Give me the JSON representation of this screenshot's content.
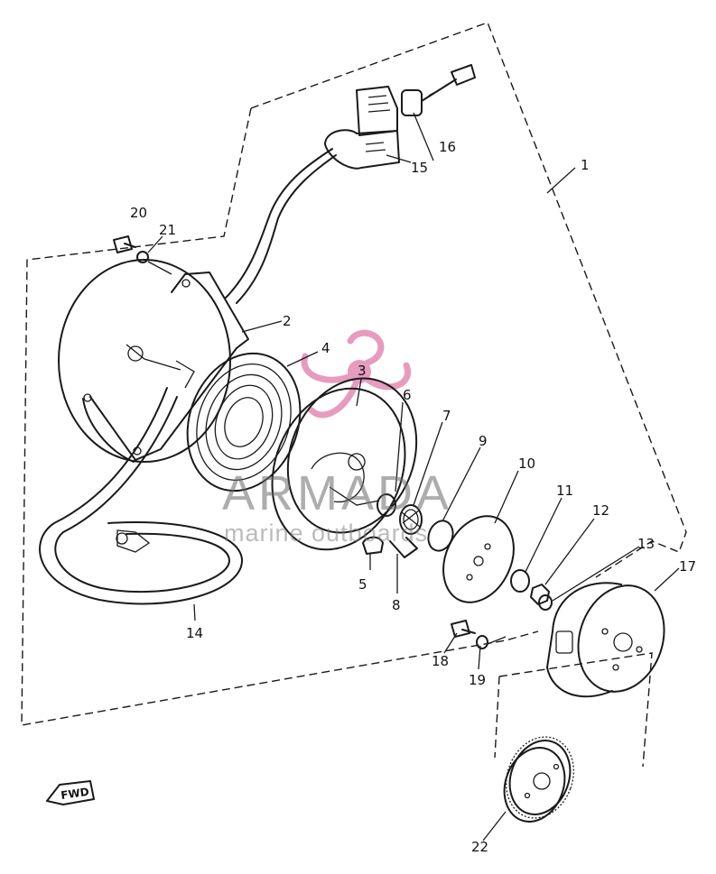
{
  "watermark": {
    "brand": "ARMADA",
    "tagline": "marine outboards",
    "logo_color": "#e07aa8"
  },
  "fwd_label": "FWD",
  "callouts": [
    {
      "id": "1",
      "label": "1"
    },
    {
      "id": "2",
      "label": "2"
    },
    {
      "id": "3",
      "label": "3"
    },
    {
      "id": "4",
      "label": "4"
    },
    {
      "id": "5",
      "label": "5"
    },
    {
      "id": "6",
      "label": "6"
    },
    {
      "id": "7",
      "label": "7"
    },
    {
      "id": "8",
      "label": "8"
    },
    {
      "id": "9",
      "label": "9"
    },
    {
      "id": "10",
      "label": "10"
    },
    {
      "id": "11",
      "label": "11"
    },
    {
      "id": "12",
      "label": "12"
    },
    {
      "id": "13",
      "label": "13"
    },
    {
      "id": "14",
      "label": "14"
    },
    {
      "id": "15",
      "label": "15"
    },
    {
      "id": "16",
      "label": "16"
    },
    {
      "id": "17",
      "label": "17"
    },
    {
      "id": "18",
      "label": "18"
    },
    {
      "id": "19",
      "label": "19"
    },
    {
      "id": "20",
      "label": "20"
    },
    {
      "id": "21",
      "label": "21"
    },
    {
      "id": "22",
      "label": "22"
    }
  ]
}
